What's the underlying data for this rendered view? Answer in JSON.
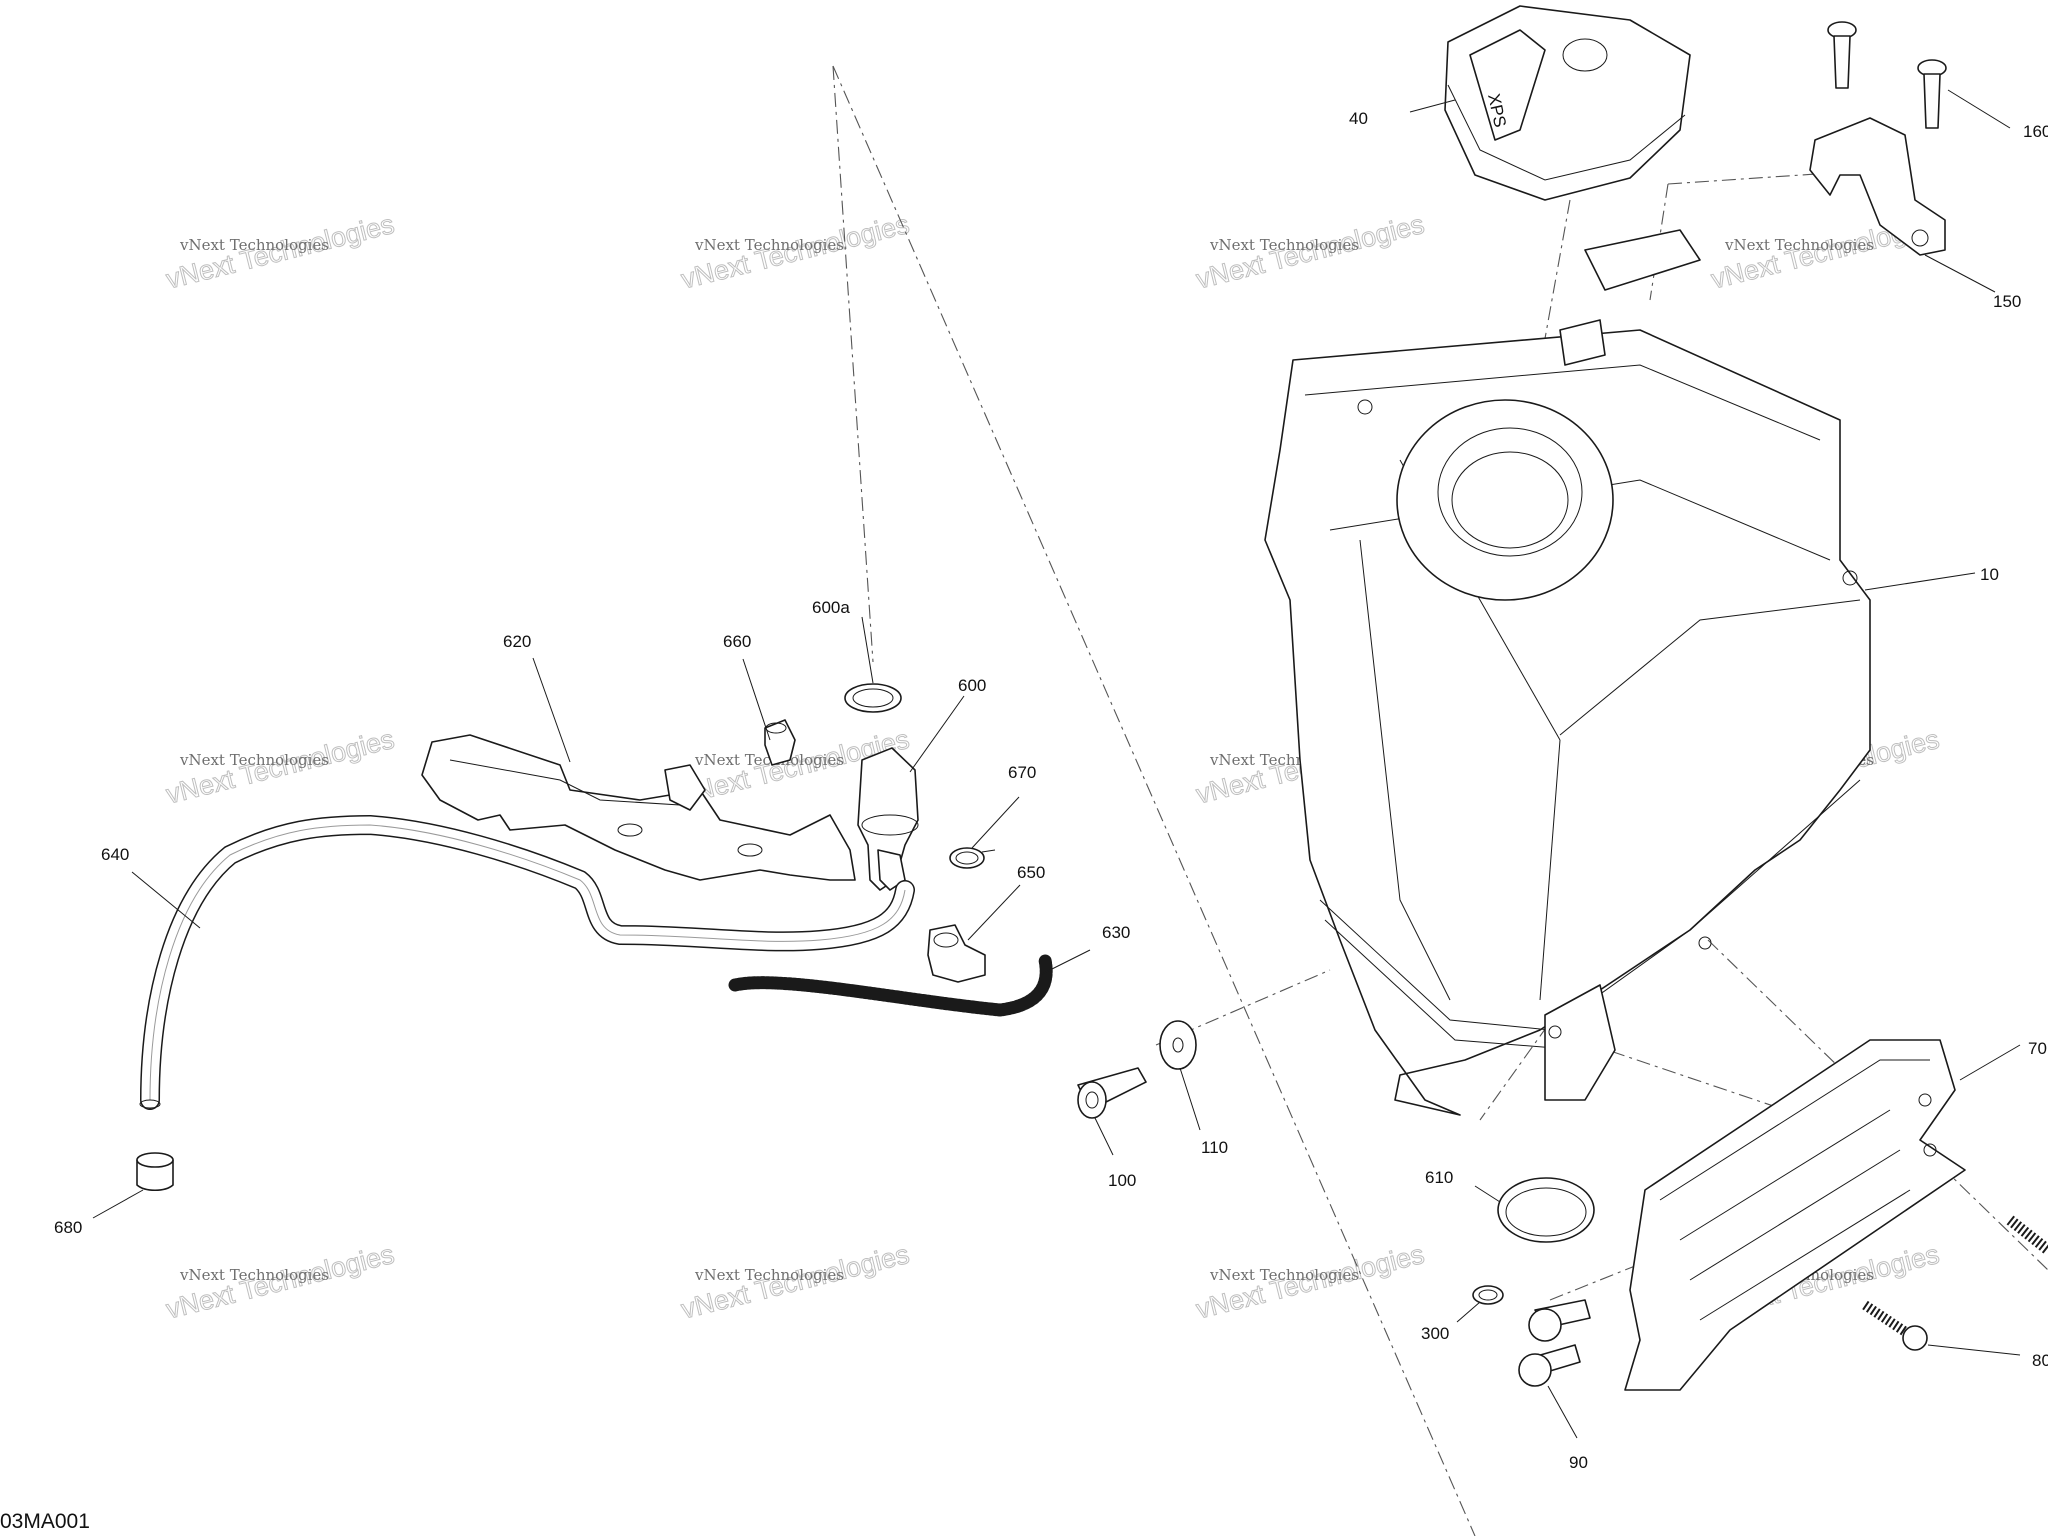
{
  "drawing": {
    "code": "03MA001",
    "watermark_line1": "vNext Technologies",
    "watermark_line2": "vNext Technologies"
  },
  "callouts": [
    {
      "id": "10",
      "label": "10"
    },
    {
      "id": "40",
      "label": "40"
    },
    {
      "id": "150",
      "label": "150"
    },
    {
      "id": "160",
      "label": "160"
    },
    {
      "id": "600a",
      "label": "600a"
    },
    {
      "id": "600",
      "label": "600"
    },
    {
      "id": "620",
      "label": "620"
    },
    {
      "id": "630",
      "label": "630"
    },
    {
      "id": "640",
      "label": "640"
    },
    {
      "id": "650",
      "label": "650"
    },
    {
      "id": "660",
      "label": "660"
    },
    {
      "id": "670",
      "label": "670"
    },
    {
      "id": "680",
      "label": "680"
    },
    {
      "id": "100",
      "label": "100"
    },
    {
      "id": "110",
      "label": "110"
    },
    {
      "id": "610",
      "label": "610"
    },
    {
      "id": "300",
      "label": "300"
    },
    {
      "id": "90",
      "label": "90"
    },
    {
      "id": "70",
      "label": "70"
    },
    {
      "id": "80",
      "label": "80"
    }
  ],
  "cap_marking": "XPS"
}
